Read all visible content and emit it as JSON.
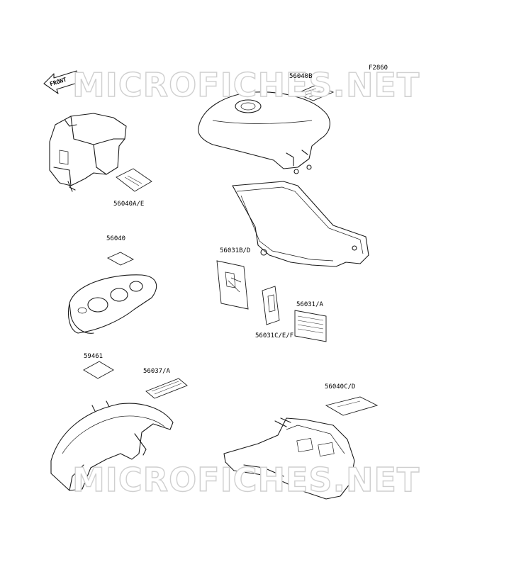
{
  "figure_code": "F2860",
  "front_label": "FRONT",
  "watermark": {
    "top": "MICROFICHES.NET",
    "bottom": "MICROFICHES.NET"
  },
  "callouts": {
    "c56040b": "56040B",
    "c56040ae": "56040A/E",
    "c56040": "56040",
    "c56031bd": "56031B/D",
    "c56031a": "56031/A",
    "c56031cef": "56031C/E/F",
    "c59461": "59461",
    "c56037a": "56037/A",
    "c56040cd": "56040C/D"
  }
}
